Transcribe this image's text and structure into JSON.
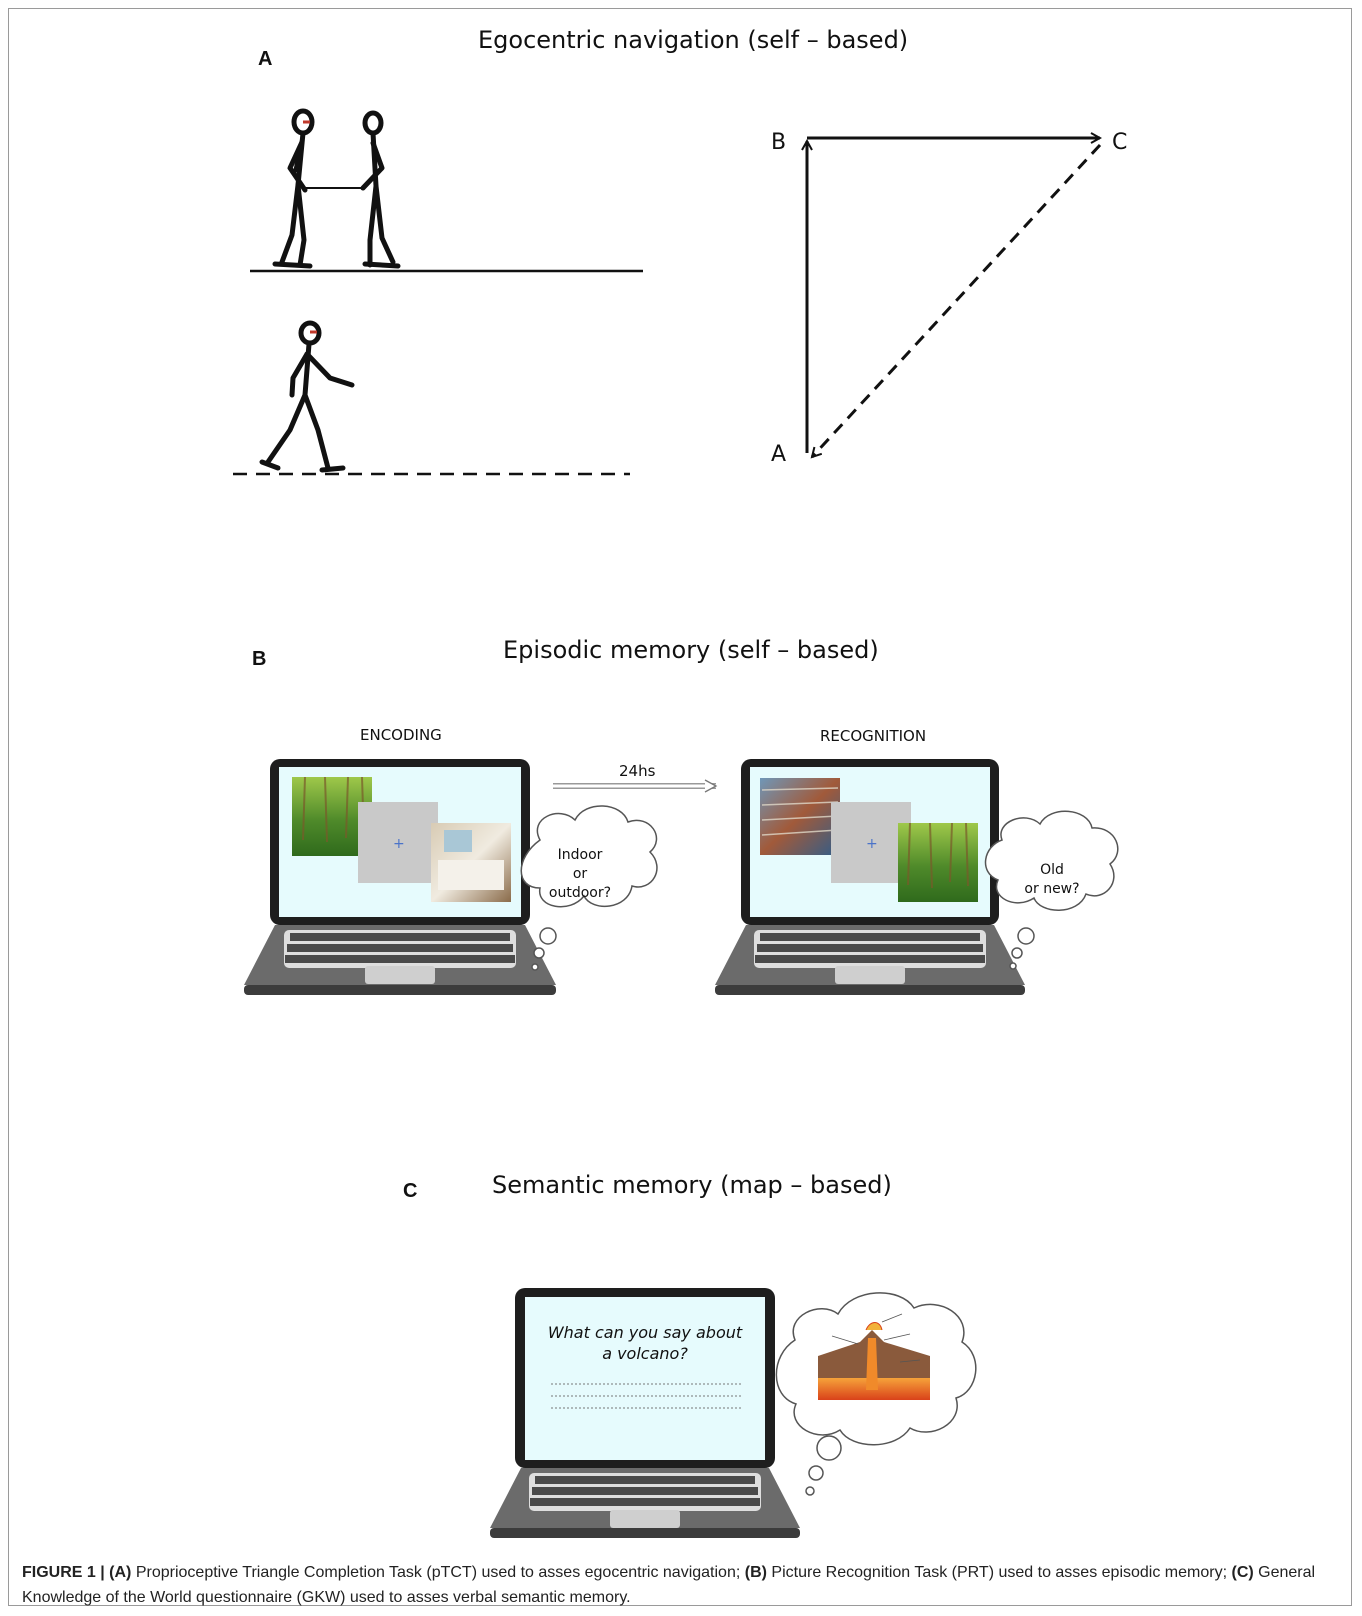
{
  "panel_a": {
    "letter": "A",
    "title": "Egocentric navigation (self – based)",
    "triangle_labels": {
      "a": "A",
      "b": "B",
      "c": "C"
    }
  },
  "panel_b": {
    "letter": "B",
    "title": "Episodic memory (self – based)",
    "encoding_label": "ENCODING",
    "recognition_label": "RECOGNITION",
    "delay_label": "24hs",
    "fixation": "+",
    "encoding_bubble": [
      "Indoor",
      "or",
      "outdoor?"
    ],
    "recognition_bubble": [
      "Old",
      "or new?"
    ]
  },
  "panel_c": {
    "letter": "C",
    "title": "Semantic memory (map – based)",
    "question": [
      "What can you say about",
      "a volcano?"
    ]
  },
  "caption": {
    "figure": "FIGURE 1 |",
    "a_tag": "(A)",
    "a_text": "Proprioceptive Triangle Completion Task (pTCT) used to asses egocentric navigation;",
    "b_tag": "(B)",
    "b_text": "Picture Recognition Task (PRT) used to asses episodic memory;",
    "c_tag": "(C)",
    "c_text": "General Knowledge of the World questionnaire (GKW) used to asses verbal semantic memory."
  },
  "colors": {
    "screen": "#e6fbfd",
    "laptop_body": "#6b6b6b",
    "bezel": "#1e1e1e",
    "lava": "#e0531c",
    "forest": "#4f8a2a"
  }
}
